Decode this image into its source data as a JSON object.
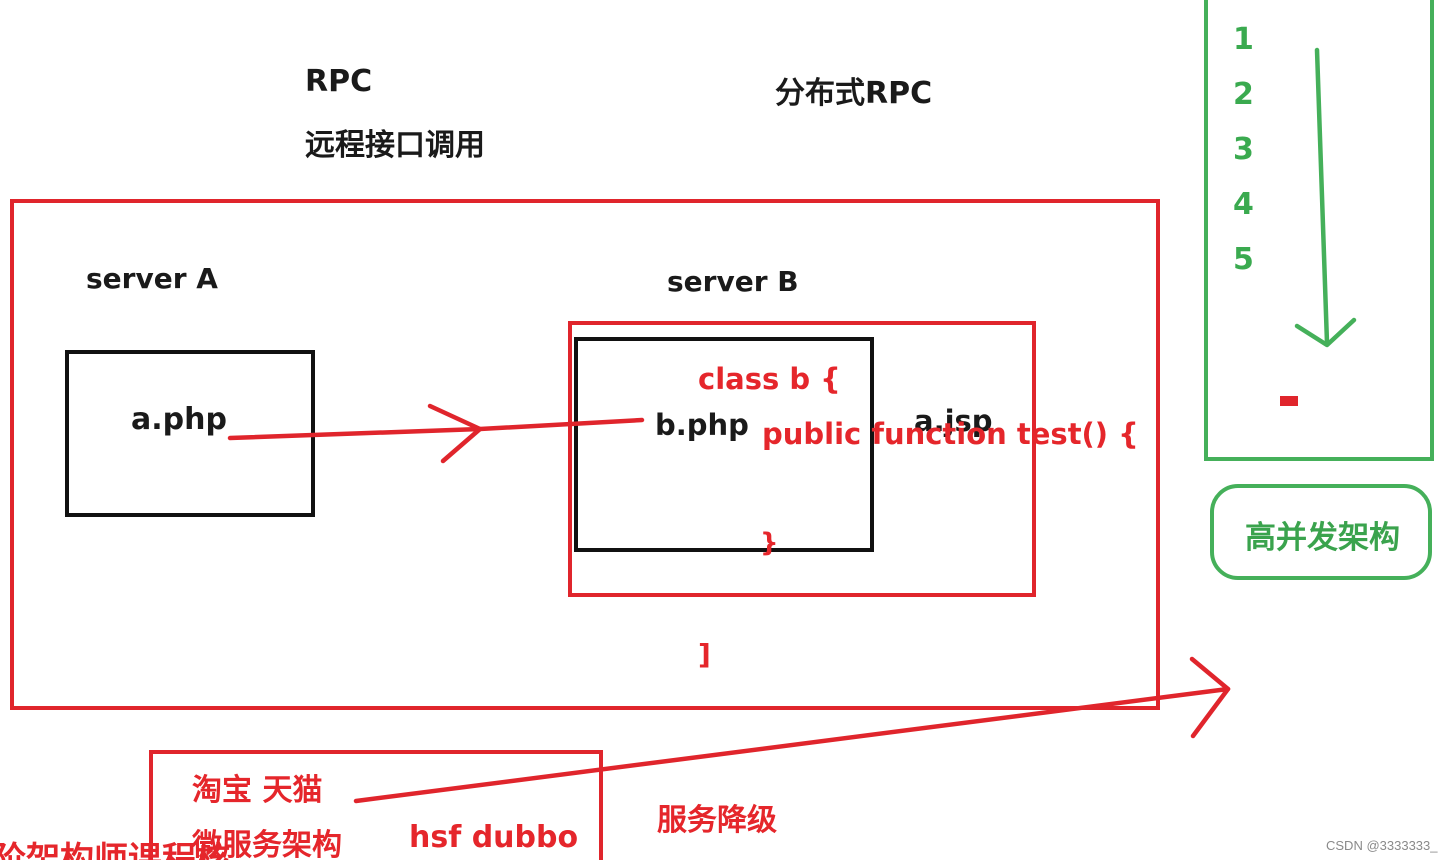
{
  "headings": {
    "rpc": "RPC",
    "remote_call": "远程接口调用",
    "distributed_rpc": "分布式RPC"
  },
  "server_a": {
    "label": "server A",
    "file": "a.php"
  },
  "server_b": {
    "label": "server B",
    "file_php": "b.php",
    "file_jsp": "a.jsp",
    "code_class": "class  b {",
    "code_function": "public function test() {",
    "code_close_inner": "}",
    "code_close_outer": "]"
  },
  "bottom_box": {
    "line1": "淘宝  天猫",
    "line2": "微服务架构",
    "tech": "hsf dubbo"
  },
  "service_degradation": "服务降级",
  "bottom_left_cut_text": "阶架构师课程核",
  "sidebar": {
    "steps": [
      "1",
      "2",
      "3",
      "4",
      "5"
    ],
    "concurrency_label": "高并发架构"
  },
  "watermark": "CSDN @3333333_",
  "colors": {
    "red": "#e5262b",
    "green": "#3aaa4f",
    "black": "#111111"
  }
}
